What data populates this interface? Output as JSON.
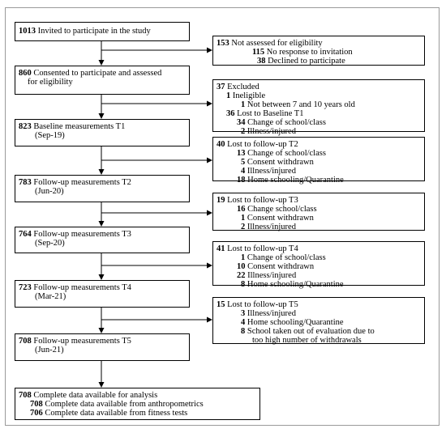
{
  "main": [
    {
      "n": "1013",
      "t": "Invited to participate in the study"
    },
    {
      "n": "860",
      "t": "Consented to participate and assessed",
      "t2": "for eligibility"
    },
    {
      "n": "823",
      "t": "Baseline measurements T1",
      "sub": "(Sep-19)"
    },
    {
      "n": "783",
      "t": "Follow-up measurements T2",
      "sub": "(Jun-20)"
    },
    {
      "n": "764",
      "t": "Follow-up measurements T3",
      "sub": "(Sep-20)"
    },
    {
      "n": "723",
      "t": "Follow-up measurements T4",
      "sub": "(Mar-21)"
    },
    {
      "n": "708",
      "t": "Follow-up measurements T5",
      "sub": "(Jun-21)"
    }
  ],
  "final": {
    "n": "708",
    "t": "Complete data available for analysis",
    "items": [
      {
        "n": "708",
        "t": "Complete data available from anthropometrics"
      },
      {
        "n": "706",
        "t": "Complete data available from fitness tests"
      }
    ]
  },
  "side": [
    {
      "n": "153",
      "t": "Not assessed for eligibility",
      "items": [
        {
          "n": "115",
          "t": "No response to invitation"
        },
        {
          "n": "38",
          "t": "Declined to participate"
        }
      ]
    },
    {
      "n": "37",
      "t": "Excluded",
      "items": [
        {
          "n": "1",
          "t": "Ineligible"
        },
        {
          "n": "1",
          "t": "Not between 7 and 10 years old"
        },
        {
          "n": "36",
          "t": "Lost to Baseline T1"
        },
        {
          "n": "34",
          "t": "Change of school/class"
        },
        {
          "n": "2",
          "t": "Illness/injured"
        }
      ]
    },
    {
      "n": "40",
      "t": "Lost to follow-up T2",
      "items": [
        {
          "n": "13",
          "t": "Change of school/class"
        },
        {
          "n": "5",
          "t": "Consent withdrawn"
        },
        {
          "n": "4",
          "t": "Illness/injured"
        },
        {
          "n": "18",
          "t": "Home schooling/Quarantine"
        }
      ]
    },
    {
      "n": "19",
      "t": "Lost to follow-up T3",
      "items": [
        {
          "n": "16",
          "t": "Change school/class"
        },
        {
          "n": "1",
          "t": "Consent withdrawn"
        },
        {
          "n": "2",
          "t": "Illness/injured"
        }
      ]
    },
    {
      "n": "41",
      "t": "Lost to follow-up T4",
      "items": [
        {
          "n": "1",
          "t": "Change of school/class"
        },
        {
          "n": "10",
          "t": "Consent withdrawn"
        },
        {
          "n": "22",
          "t": "Illness/injured"
        },
        {
          "n": "8",
          "t": "Home schooling/Quarantine"
        }
      ]
    },
    {
      "n": "15",
      "t": "Lost to follow-up T5",
      "items": [
        {
          "n": "3",
          "t": "Illness/injured"
        },
        {
          "n": "4",
          "t": "Home schooling/Quarantine"
        },
        {
          "n": "8",
          "t": "School taken out of evaluation due to",
          "t2": "too high number of withdrawals"
        }
      ]
    }
  ]
}
